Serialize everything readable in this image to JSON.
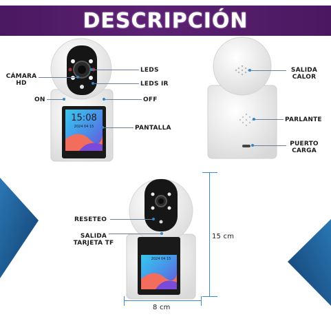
{
  "banner": {
    "title": "DESCRIPCIÓN"
  },
  "screen": {
    "time": "15:08",
    "date": "2024 04 15"
  },
  "front_labels": {
    "camara": "CÁMARA",
    "hd": "HD",
    "leds": "LEDS",
    "leds_ir": "LEDS IR",
    "on": "ON",
    "off": "OFF",
    "pantalla": "PANTALLA"
  },
  "back_labels": {
    "salida": "SALIDA",
    "calor": "CALOR",
    "parlante": "PARLANTE",
    "puerto": "PUERTO",
    "carga": "CARGA"
  },
  "bottom_labels": {
    "reseteo": "RESETEO",
    "salida": "SALIDA",
    "tarjeta": "TARJETA TF",
    "height": "15 cm",
    "width": "8 cm"
  },
  "colors": {
    "banner": "#5b2173",
    "accent_blue": "#1f5f96",
    "dot_blue": "#2f86c8"
  }
}
